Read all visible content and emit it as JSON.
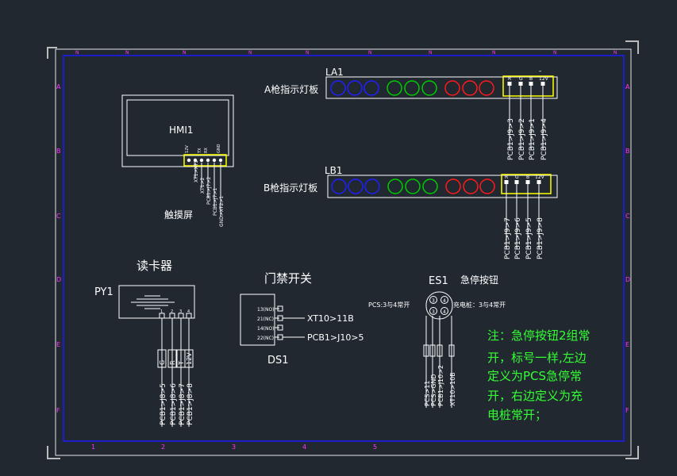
{
  "colors": {
    "background": "#212830",
    "line": "#ffffff",
    "frame": "#1a1aff",
    "grid_label": "#ff33ff",
    "highlight": "#ffff00",
    "note": "#33ff33",
    "lamp_blue": "#2020ff",
    "lamp_green": "#00cc00",
    "lamp_red": "#ff1a1a"
  },
  "grid": {
    "rows": [
      "A",
      "B",
      "C",
      "D",
      "E",
      "F"
    ],
    "cols": [
      "1",
      "2",
      "3",
      "4",
      "5"
    ]
  },
  "la1": {
    "ref": "LA1",
    "title": "A枪指示灯板",
    "pins": [
      "R",
      "G",
      "B",
      "12V"
    ],
    "wires": [
      "PCB1>J9>3",
      "PCB1>J9>2",
      "PCB1>J9>1",
      "PCB1>J9>4"
    ],
    "top_mark": "-"
  },
  "lb1": {
    "ref": "LB1",
    "title": "B枪指示灯板",
    "pins": [
      "R",
      "G",
      "B",
      "12V"
    ],
    "wires": [
      "PCB1>J9>7",
      "PCB1>J9>6",
      "PCB1>J9>5",
      "PCB1>J9>8"
    ]
  },
  "hmi1": {
    "ref": "HMI1",
    "caption": "触摸屏",
    "pins": [
      "12V",
      "TX",
      "RX",
      "GND"
    ],
    "wires": [
      "XT1>XT1",
      "XT1>2",
      "PCB1>J7>2",
      "PCB1>J7>1",
      "GND>XT2>1"
    ]
  },
  "py1": {
    "ref": "PY1",
    "title": "读卡器",
    "pins": [
      "G",
      "R",
      "T",
      "12V"
    ],
    "wires": [
      "PCB1>J8>5",
      "PCB1>J8>6",
      "PCB1>J8>7",
      "PCB1>J8>8"
    ]
  },
  "ds1": {
    "ref": "DS1",
    "title": "门禁开关",
    "pins": [
      "13(NO)",
      "21(NC)",
      "14(NO)",
      "22(NC)"
    ],
    "wire1": "XT10>11B",
    "wire2": "PCB1>J10>5"
  },
  "es1": {
    "ref": "ES1",
    "title": "急停按钮",
    "left_label": "PCS:3与4常开",
    "right_label": "充电桩：3与4常开",
    "pins": [
      "3",
      "4",
      "3",
      "4"
    ],
    "wires": [
      "PCS>11",
      "PCS>GND",
      "PCB1>J10>2",
      "XT10>10B"
    ]
  },
  "note": {
    "lines": [
      "注：急停按钮2组常",
      "开，标号一样,左边",
      "定义为PCS急停常",
      "开，右边定义为充",
      "电桩常开；"
    ]
  }
}
